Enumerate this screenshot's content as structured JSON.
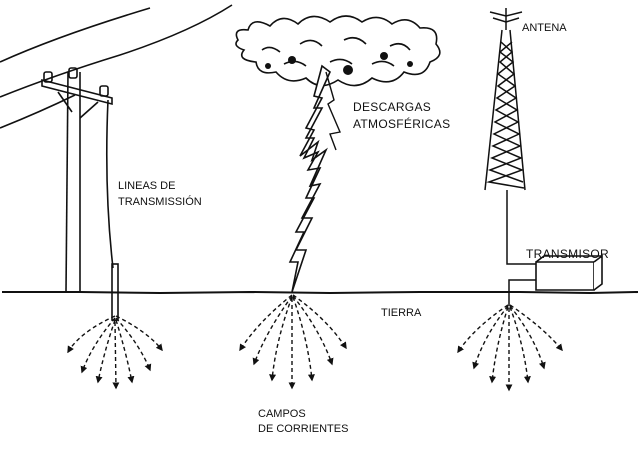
{
  "labels": {
    "transmission_line_1": "LINEAS DE",
    "transmission_line_2": "TRANSMISSIÓN",
    "discharges_1": "DESCARGAS",
    "discharges_2": "ATMOSFÉRICAS",
    "ground": "TIERRA",
    "antenna": "ANTENA",
    "transmitter": "TRANSMISOR",
    "current_fields_1": "CAMPOS",
    "current_fields_2": "DE CORRIENTES"
  },
  "colors": {
    "ink": "#111111",
    "background": "#ffffff"
  }
}
